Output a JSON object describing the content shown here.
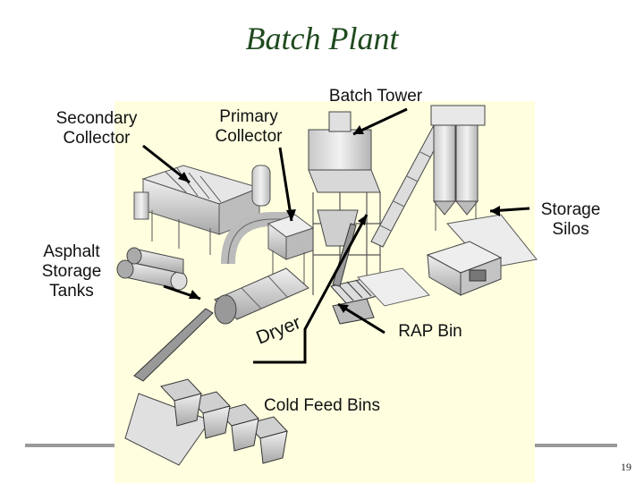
{
  "title": "Batch Plant",
  "labels": {
    "secondary_collector": "Secondary Collector",
    "primary_collector": "Primary Collector",
    "batch_tower": "Batch Tower",
    "storage_silos": "Storage Silos",
    "asphalt_storage_tanks": "Asphalt Storage Tanks",
    "dryer": "Dryer",
    "rap_bin": "RAP Bin",
    "cold_feed_bins": "Cold Feed Bins"
  },
  "page_number": "19",
  "colors": {
    "title": "#1f4a1f",
    "panel": "#ffffe0",
    "rule": "#9a9a9a"
  }
}
